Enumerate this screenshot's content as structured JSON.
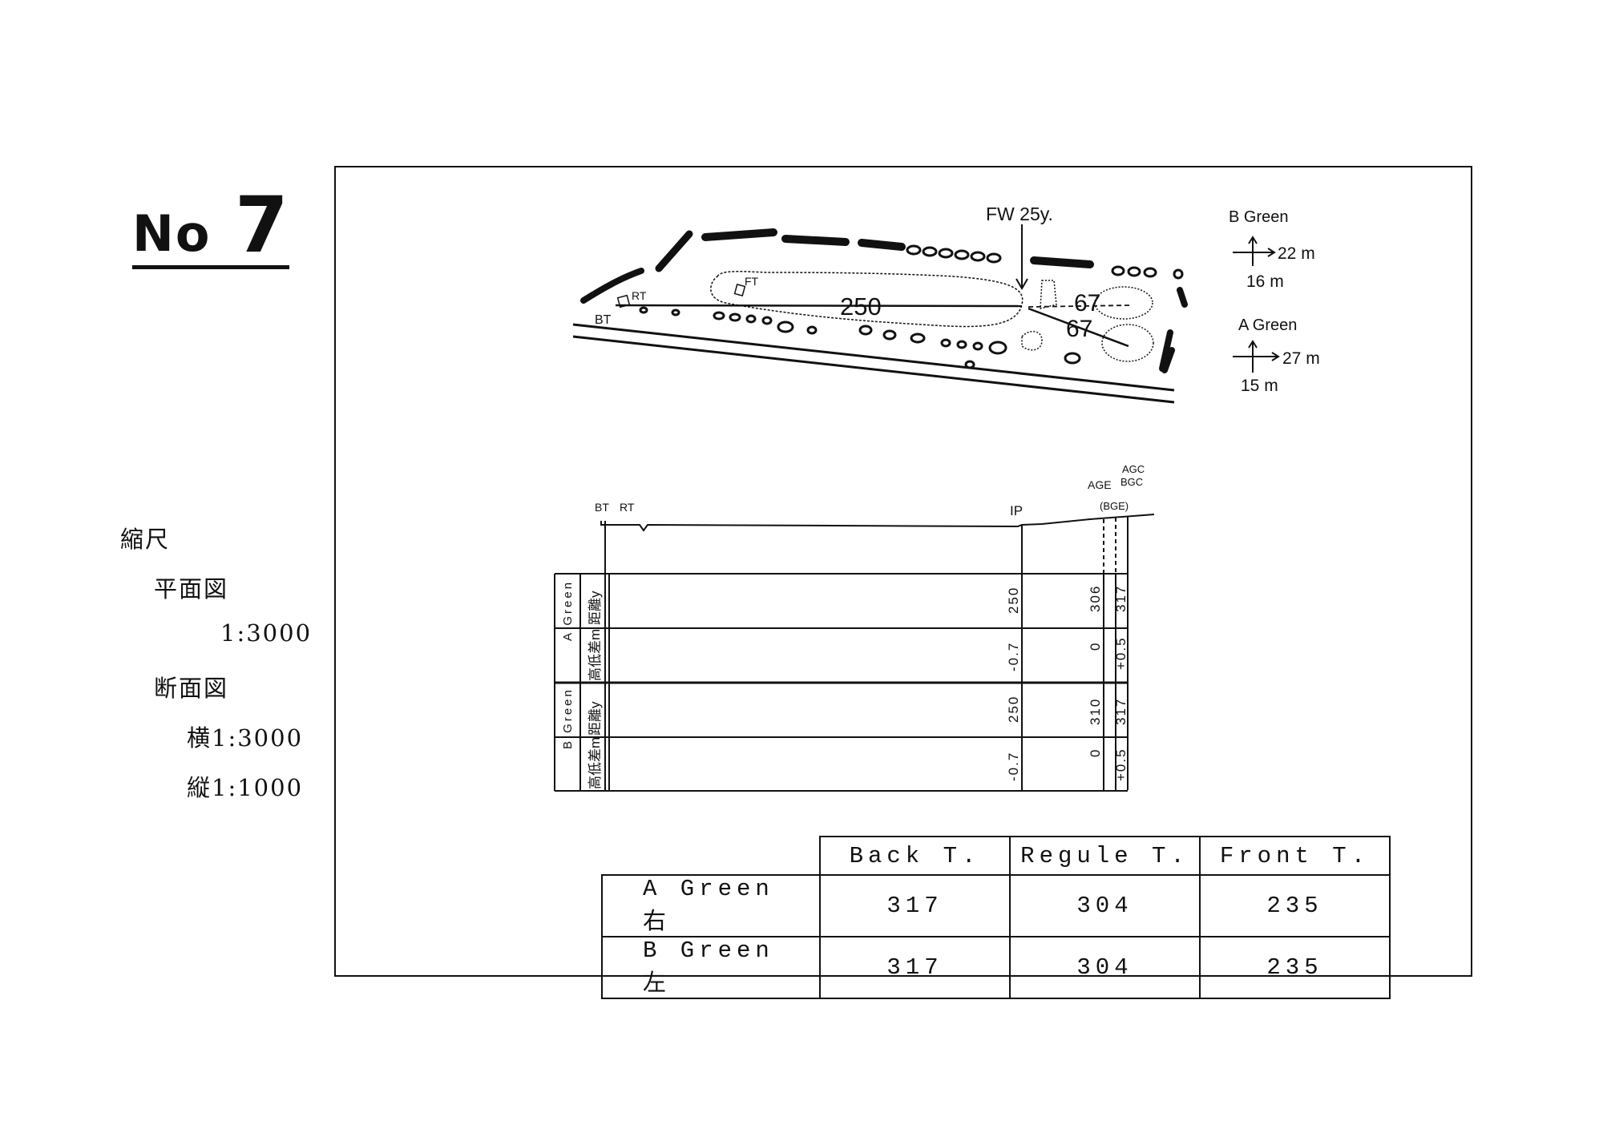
{
  "hole": {
    "prefix": "No",
    "number": "7"
  },
  "scale": {
    "title": "縮尺",
    "plan_label": "平面図",
    "plan_value": "1:3000",
    "section_label": "断面図",
    "horizontal": "横1:3000",
    "vertical": "縦1:1000"
  },
  "plan": {
    "fw_label": "FW 25y.",
    "bt_label": "BT",
    "rt_label": "RT",
    "ft_label": "FT",
    "ip_distance": "250",
    "a_green_distance": "67",
    "b_green_distance": "67"
  },
  "green_info": {
    "b_green": {
      "label": "B Green",
      "width": "22 m",
      "depth": "16 m"
    },
    "a_green": {
      "label": "A Green",
      "width": "27 m",
      "depth": "15 m"
    }
  },
  "section": {
    "bt_label": "BT",
    "rt_label": "RT",
    "ip_label": "IP",
    "age_label": "AGE",
    "bge_label": "(BGE)",
    "agc_label": "AGC",
    "bgc_label": "BGC",
    "a_green_label": "A Green",
    "b_green_label": "B Green",
    "distance_label": "距離y",
    "elevation_label": "高低差m",
    "a_distance": [
      "250",
      "306",
      "317"
    ],
    "a_elevation": [
      "-0.7",
      "0",
      "+0.5"
    ],
    "b_distance": [
      "250",
      "310",
      "317"
    ],
    "b_elevation": [
      "-0.7",
      "0",
      "+0.5"
    ]
  },
  "distance_table": {
    "headers": [
      "Back T.",
      "Regule T.",
      "Front T."
    ],
    "rows": [
      {
        "label": "A Green 右",
        "values": [
          "317",
          "304",
          "235"
        ]
      },
      {
        "label": "B Green 左",
        "values": [
          "317",
          "304",
          "235"
        ]
      }
    ]
  }
}
